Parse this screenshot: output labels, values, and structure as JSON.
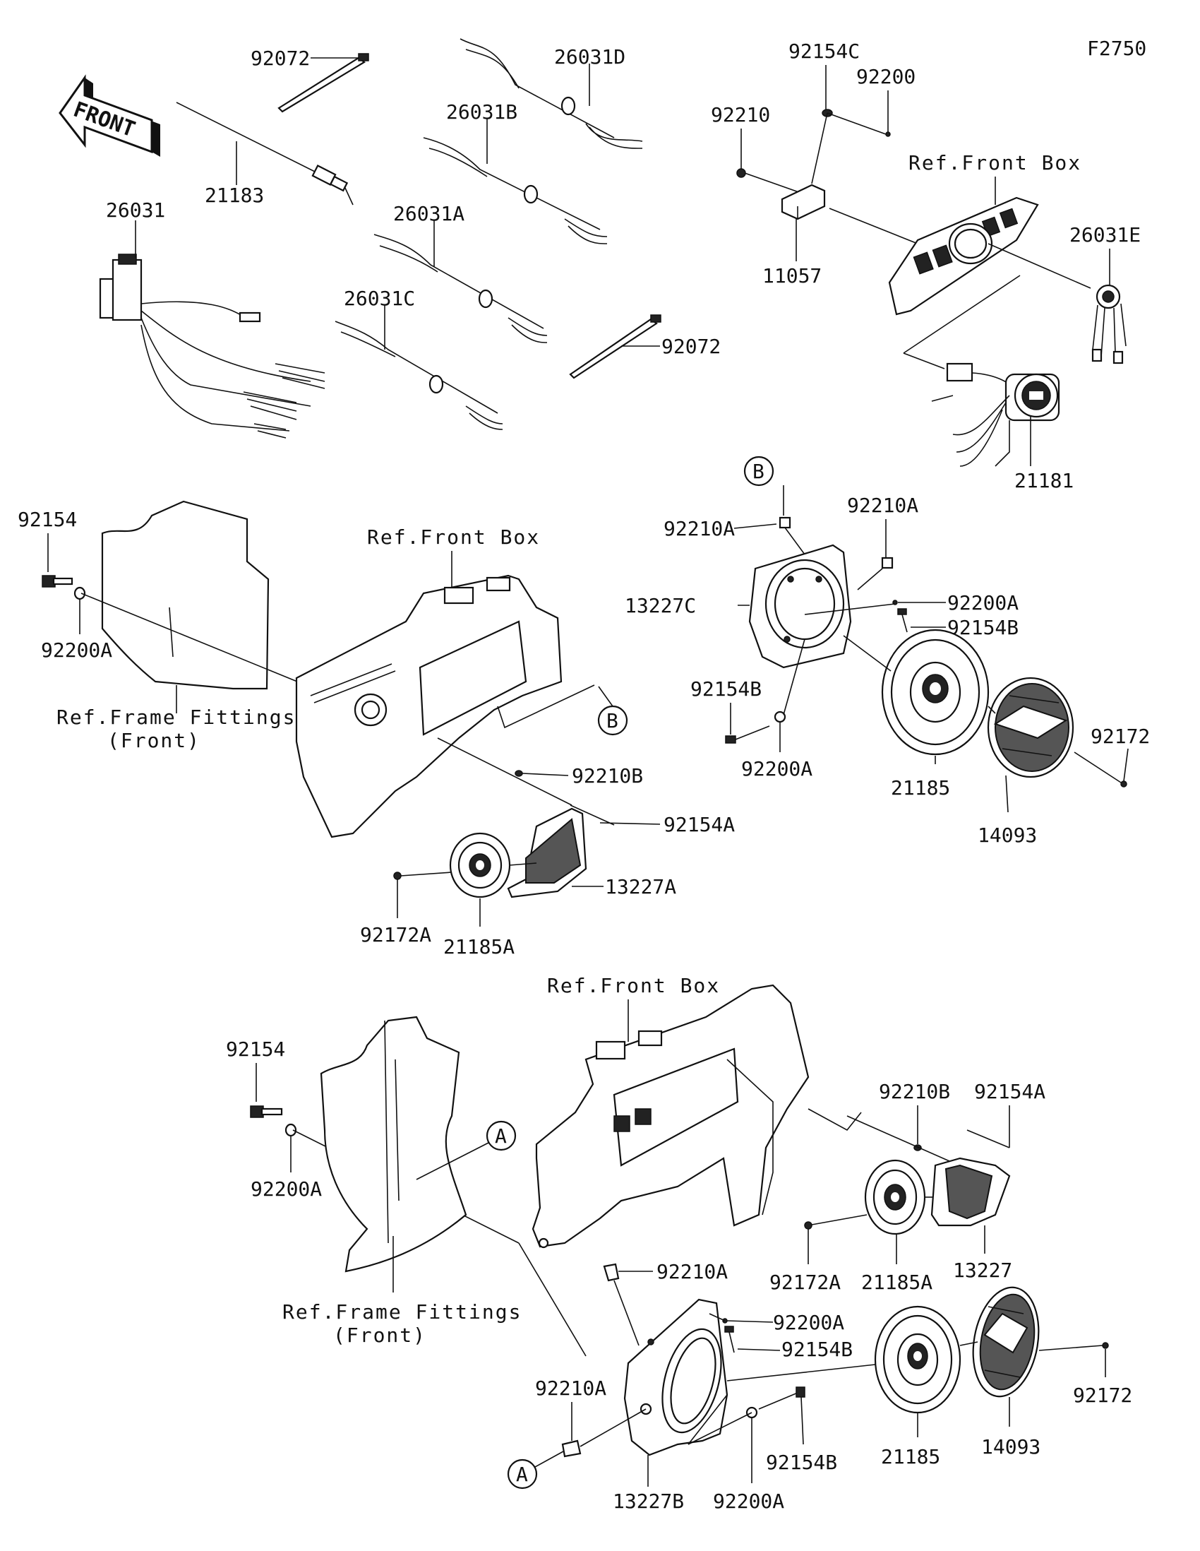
{
  "figure_code": "F2750",
  "front_arrow": "FRONT",
  "refs": {
    "front_box_1": "Ref.Front Box",
    "front_box_2": "Ref.Front Box",
    "front_box_3": "Ref.Front Box",
    "frame_fittings_1a": "Ref.Frame Fittings",
    "frame_fittings_1b": "(Front)",
    "frame_fittings_2a": "Ref.Frame Fittings",
    "frame_fittings_2b": "(Front)"
  },
  "markers": {
    "a1": "A",
    "a2": "A",
    "b1": "B",
    "b2": "B"
  },
  "parts": {
    "p92072_a": "92072",
    "p92072_b": "92072",
    "p21183": "21183",
    "p26031D": "26031D",
    "p26031B": "26031B",
    "p26031A": "26031A",
    "p26031C": "26031C",
    "p26031": "26031",
    "p92154C": "92154C",
    "p92200_top": "92200",
    "p92210_top": "92210",
    "p11057": "11057",
    "p26031E": "26031E",
    "p21181": "21181",
    "p92154_mid": "92154",
    "p92200A_mid": "92200A",
    "p92210B_mid": "92210B",
    "p92154A_mid": "92154A",
    "p13227A": "13227A",
    "p92172A_mid": "92172A",
    "p21185A_mid": "21185A",
    "p92210A_r1": "92210A",
    "p92210A_r2": "92210A",
    "p13227C": "13227C",
    "p92200A_r1": "92200A",
    "p92154B_r1": "92154B",
    "p92154B_r2": "92154B",
    "p92200A_r2": "92200A",
    "p21185_r": "21185",
    "p14093_r": "14093",
    "p92172_r": "92172",
    "p92154_bot": "92154",
    "p92200A_bot": "92200A",
    "p92210B_bot": "92210B",
    "p92154A_bot": "92154A",
    "p92172A_bot": "92172A",
    "p21185A_bot": "21185A",
    "p13227": "13227",
    "p92210A_b1": "92210A",
    "p92200A_b1": "92200A",
    "p92154B_b1": "92154B",
    "p92210A_b2": "92210A",
    "p13227B": "13227B",
    "p92200A_b2": "92200A",
    "p92154B_b2": "92154B",
    "p21185_b": "21185",
    "p14093_b": "14093",
    "p92172_b": "92172"
  }
}
